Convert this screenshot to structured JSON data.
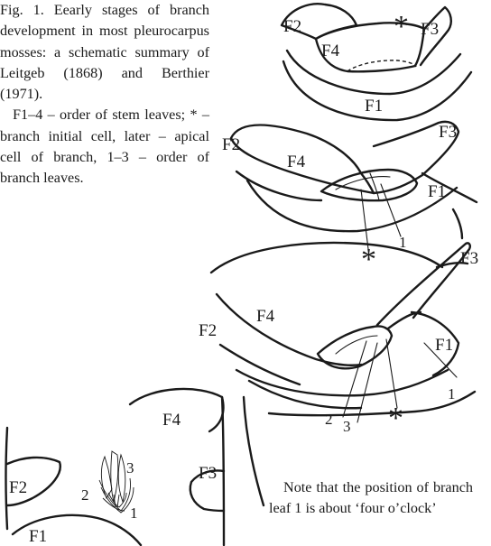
{
  "caption": {
    "line1": "Fig. 1. Eearly stages of branch development in most pleurocarpus mosses: a schematic summary of Leitgeb (1868) and Berthier (1971).",
    "line2": "F1–4 – order of stem leaves; * – branch initial cell, later – apical cell of branch, 1–3 – order of branch leaves."
  },
  "note": "Note that the position of branch leaf 1 is about ‘four o’clock’",
  "diagram1": {
    "f1": "F1",
    "f2": "F2",
    "f3": "F3",
    "f4": "F4",
    "star": "*"
  },
  "diagram2": {
    "f1": "F1",
    "f2": "F2",
    "f3": "F3",
    "f4": "F4",
    "star": "*",
    "n1": "1"
  },
  "diagram3": {
    "f1": "F1",
    "f2": "F2",
    "f3": "F3",
    "f4": "F4",
    "star": "*",
    "n1": "1",
    "n2": "2",
    "n3": "3"
  },
  "diagram4": {
    "f1": "F1",
    "f2": "F2",
    "f3": "F3",
    "f4": "F4",
    "n1": "1",
    "n2": "2",
    "n3": "3"
  }
}
